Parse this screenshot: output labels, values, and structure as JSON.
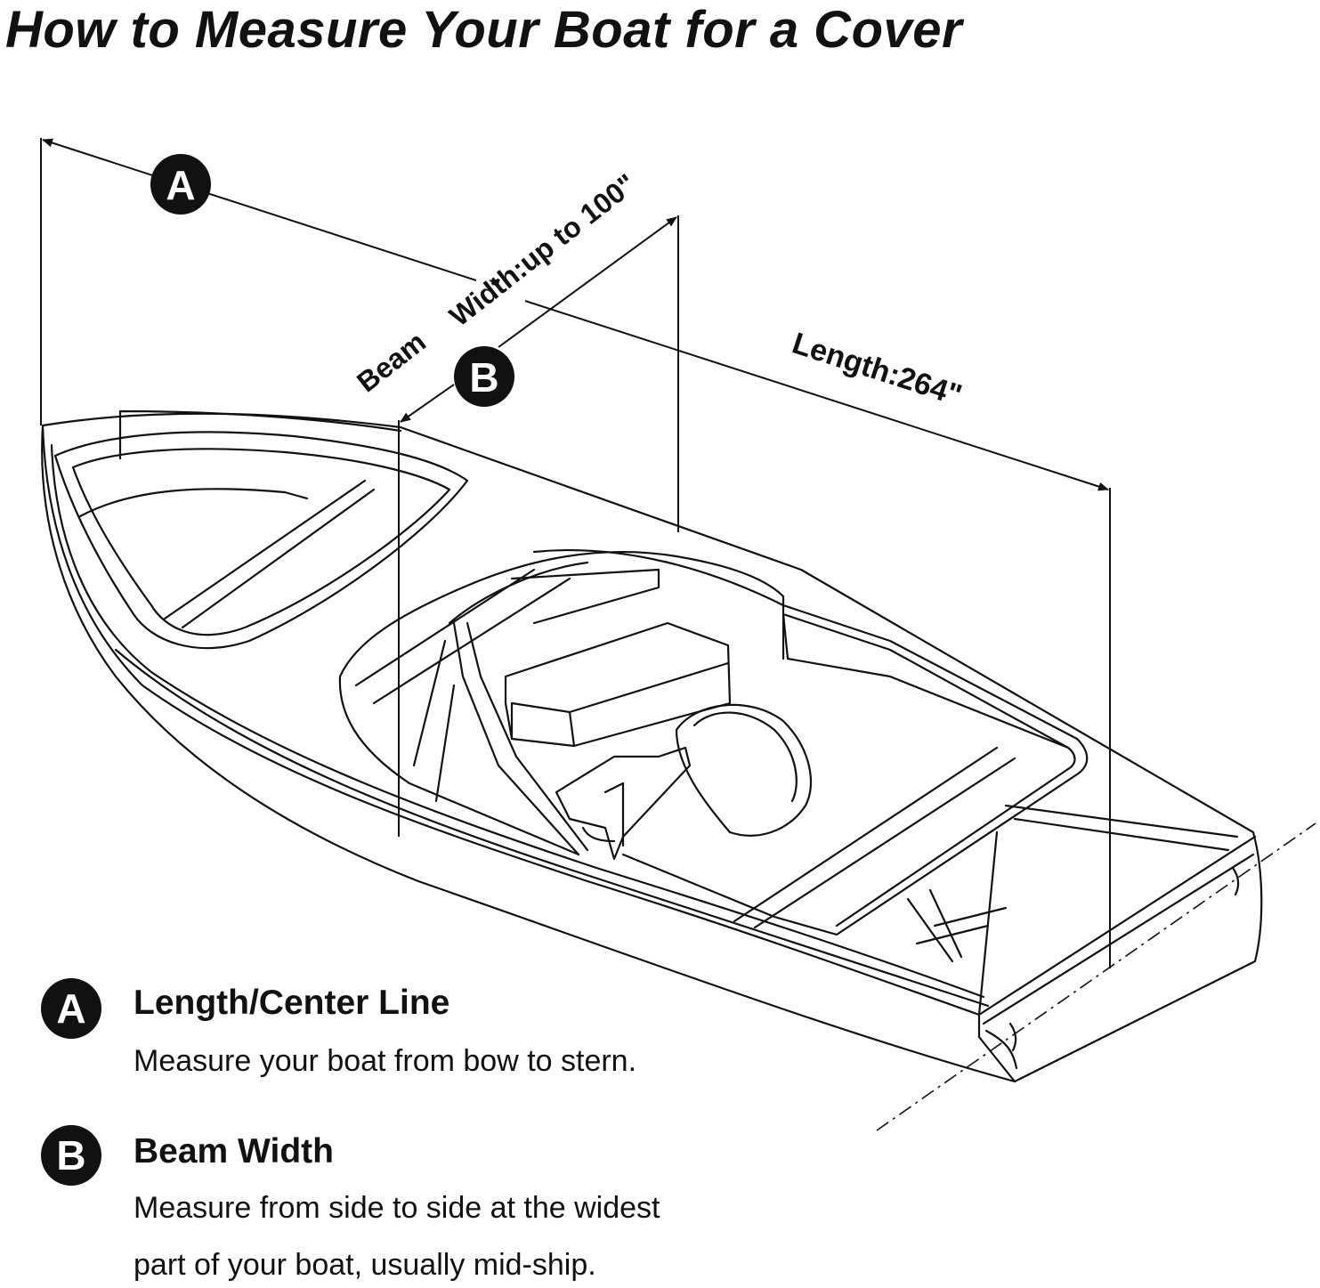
{
  "title": "How to Measure Your Boat for a Cover",
  "diagram": {
    "marker_a": "A",
    "marker_b": "B",
    "length_label": "Length:264\"",
    "beam_label_1": "Beam",
    "beam_label_2": "Width:up to 100\""
  },
  "legend": {
    "a": {
      "badge": "A",
      "heading": "Length/Center Line",
      "description": "Measure your boat from bow to stern."
    },
    "b": {
      "badge": "B",
      "heading": "Beam Width",
      "description_line1": "Measure from side to side at the widest",
      "description_line2": "part of your boat, usually mid-ship."
    }
  },
  "colors": {
    "ink": "#111111",
    "background": "#ffffff"
  }
}
